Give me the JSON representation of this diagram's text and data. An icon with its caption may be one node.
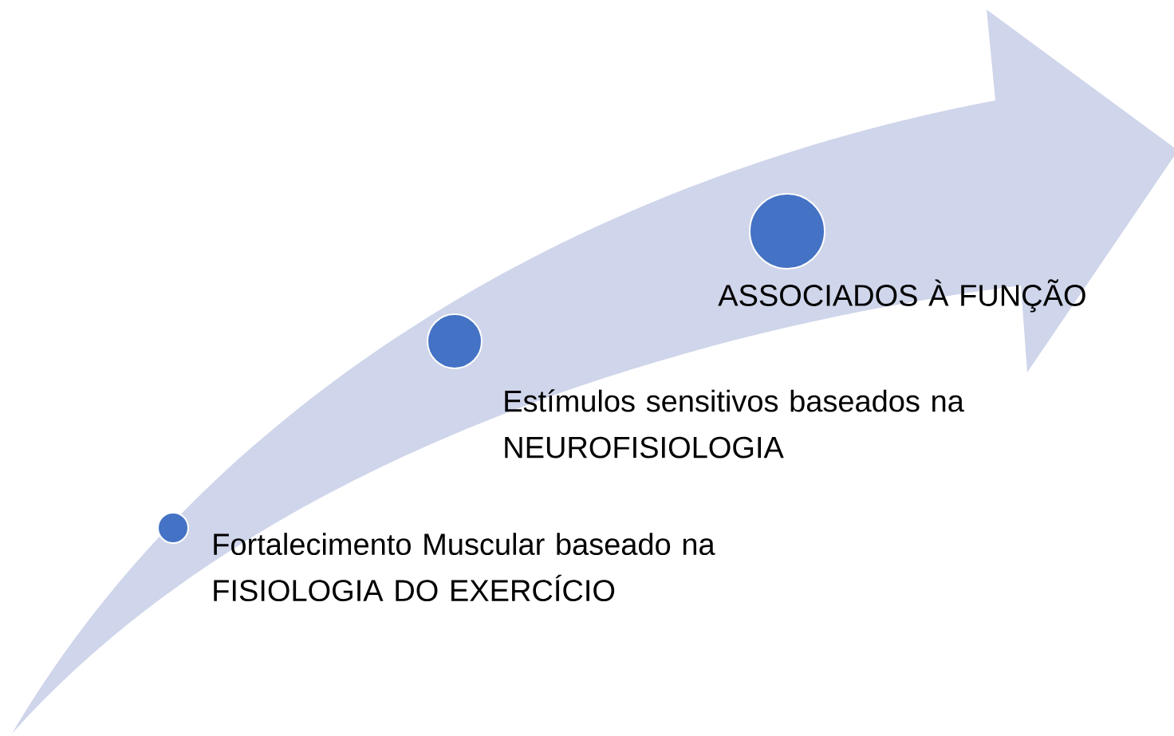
{
  "diagram": {
    "nodes": [
      {
        "text": [],
        "shape": "circle",
        "beside": [
          "Fortalecimento Muscular baseado na FISIOLOGIA DO EXERCÍCIO"
        ]
      },
      {
        "text": [],
        "shape": "circle",
        "beside": [
          "Estímulos sensitivos baseados na NEUROFISIOLOGIA"
        ]
      },
      {
        "text": [],
        "shape": "circle",
        "beside": [
          "ASSOCIADOS À FUNÇÃO"
        ]
      }
    ]
  }
}
